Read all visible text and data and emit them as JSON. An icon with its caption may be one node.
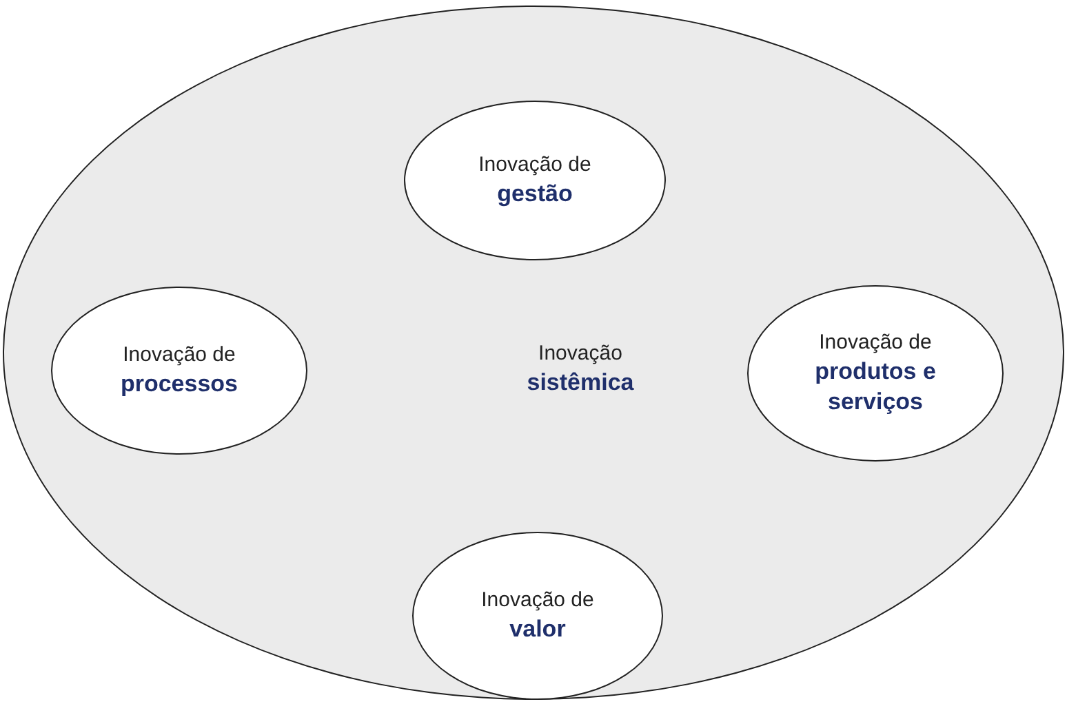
{
  "diagram": {
    "nodes": [
      {
        "text": [
          "Inovação",
          "sistêmica"
        ]
      },
      {
        "text": [
          "Inovação de",
          "gestão"
        ],
        "in": 0
      },
      {
        "text": [
          "Inovação de",
          "processos"
        ],
        "in": 0
      },
      {
        "text": [
          "Inovação de",
          "produtos e serviços"
        ],
        "in": 0
      },
      {
        "text": [
          "Inovação de",
          "valor"
        ],
        "in": 0
      }
    ]
  }
}
